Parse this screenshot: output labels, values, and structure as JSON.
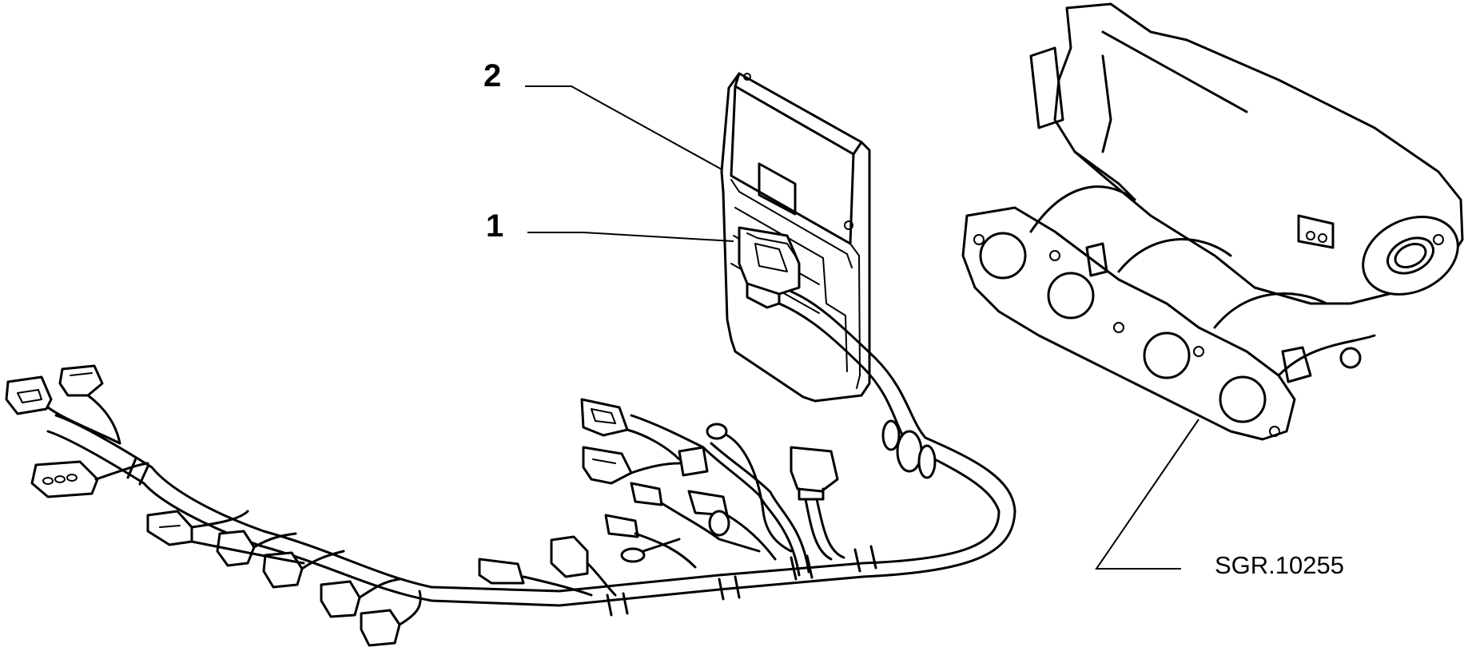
{
  "diagram": {
    "callouts": [
      {
        "id": "1",
        "label": "1"
      },
      {
        "id": "2",
        "label": "2"
      }
    ],
    "reference_code": "SGR.10255"
  }
}
